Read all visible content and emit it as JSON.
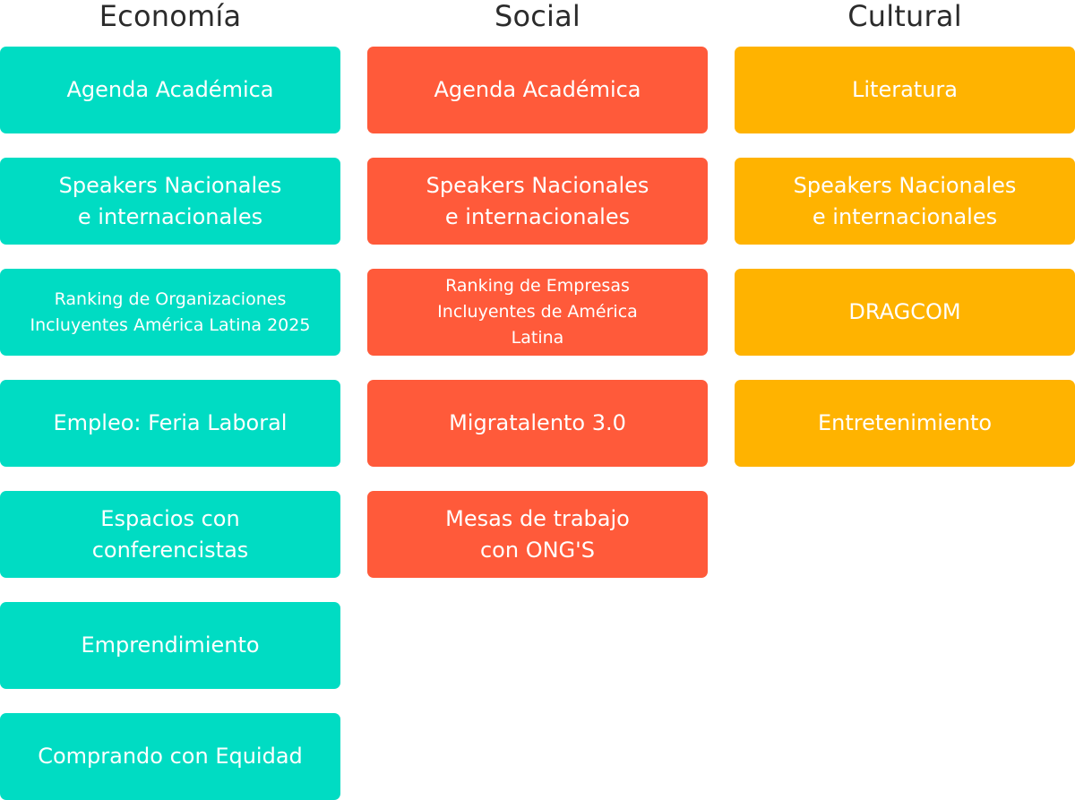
{
  "colors": {
    "economia": "#00DCC3",
    "social": "#FF5A3A",
    "cultural": "#FFB300",
    "header_text": "#2B2B2B",
    "card_text": "#FFFFFF"
  },
  "economia": {
    "title": "Economía",
    "items": [
      "Agenda Académica",
      "Speakers Nacionales\ne internacionales",
      "Ranking de Organizaciones\nIncluyentes América Latina 2025",
      "Empleo: Feria Laboral",
      "Espacios con\nconferencistas",
      "Emprendimiento",
      "Comprando con Equidad"
    ]
  },
  "social": {
    "title": "Social",
    "items": [
      "Agenda Académica",
      "Speakers Nacionales\ne internacionales",
      "Ranking de Empresas\nIncluyentes de América\nLatina",
      "Migratalento 3.0",
      "Mesas de trabajo\ncon ONG'S"
    ]
  },
  "cultural": {
    "title": "Cultural",
    "items": [
      "Literatura",
      "Speakers Nacionales\ne internacionales",
      "DRAGCOM",
      "Entretenimiento"
    ]
  }
}
